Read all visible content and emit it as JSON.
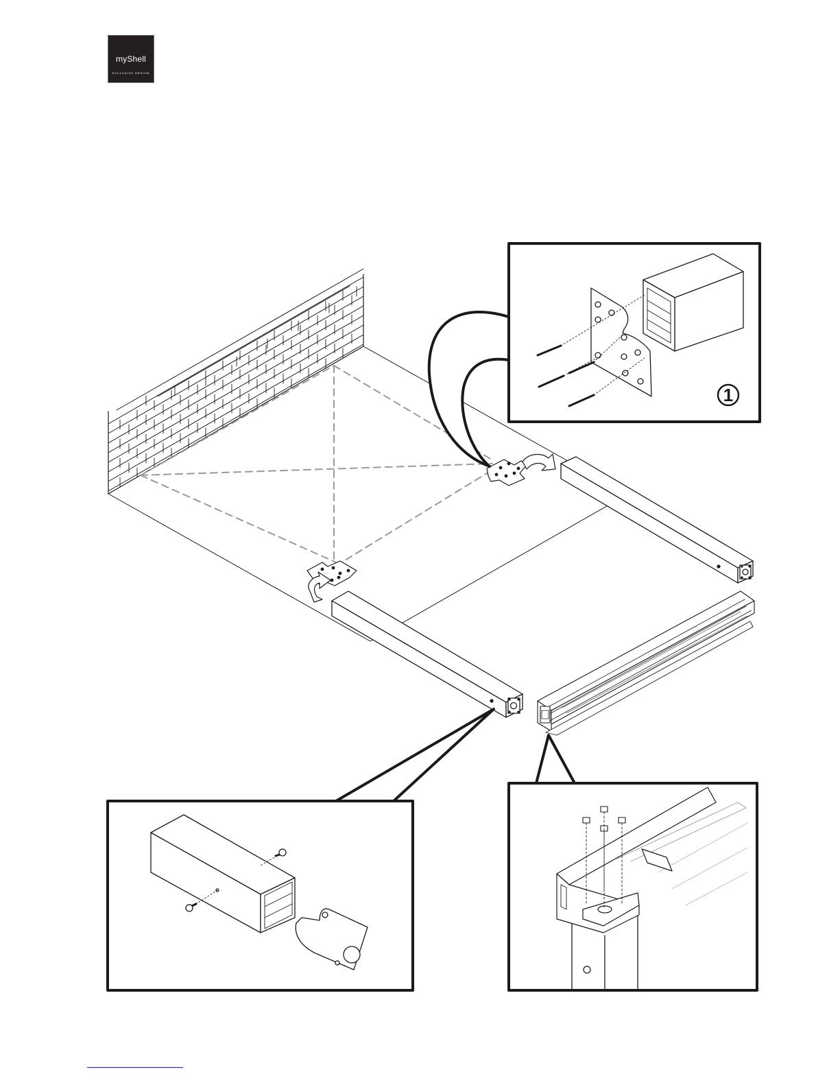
{
  "logo": {
    "word": "myShell",
    "tagline": "EXCLUSIVE DESIGN"
  },
  "figure": {
    "step_number": "1",
    "callouts": [
      "top-right-detail",
      "bottom-left-detail",
      "bottom-right-detail"
    ],
    "icons": [
      "brick-wall",
      "corner-bracket",
      "aluminium-post",
      "sliding-rail",
      "bolt",
      "screw",
      "rotation-arrow"
    ]
  },
  "colors": {
    "line": "#1a1a1a",
    "dash": "#999999",
    "logo_bg": "#231f20",
    "link": "#1a1aff"
  }
}
